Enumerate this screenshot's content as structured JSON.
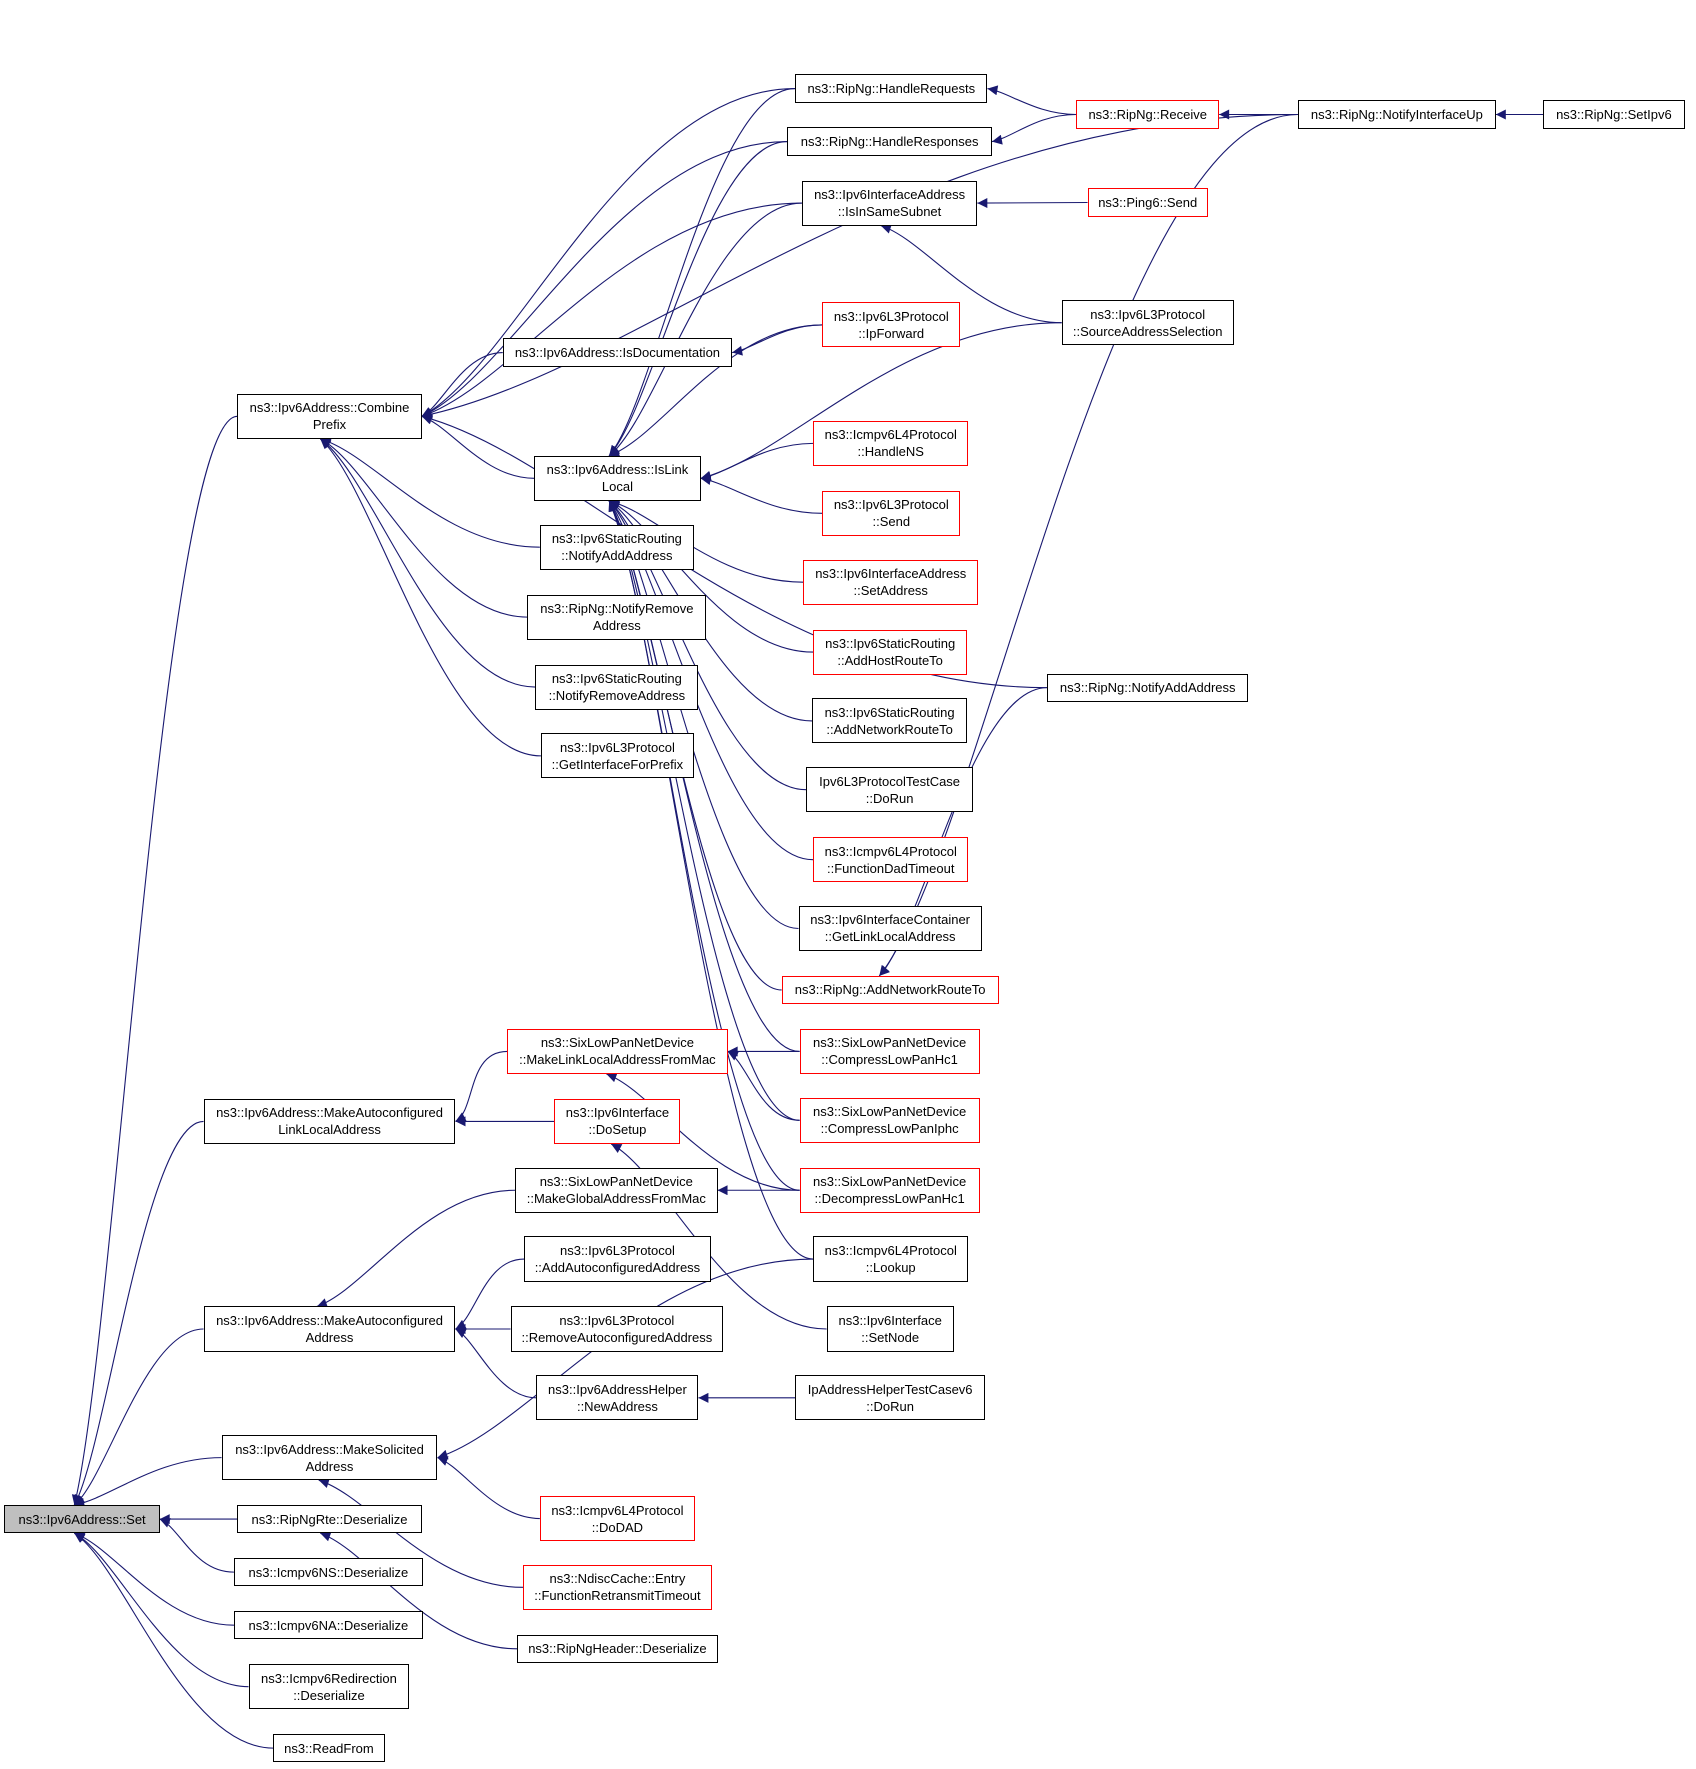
{
  "colors": {
    "edge": "#191970",
    "border_default": "#000000",
    "border_truncated": "#ff0000",
    "root_fill": "#bfbfbf"
  },
  "nodes": {
    "n_set": {
      "label": "ns3::Ipv6Address::Set",
      "style": "root"
    },
    "n_combine": {
      "label": "ns3::Ipv6Address::Combine\nPrefix",
      "style": "normal"
    },
    "n_mkautoll": {
      "label": "ns3::Ipv6Address::MakeAutoconfigured\nLinkLocalAddress",
      "style": "normal"
    },
    "n_mkauto": {
      "label": "ns3::Ipv6Address::MakeAutoconfigured\nAddress",
      "style": "normal"
    },
    "n_mksol": {
      "label": "ns3::Ipv6Address::MakeSolicited\nAddress",
      "style": "normal"
    },
    "n_ripngrte": {
      "label": "ns3::RipNgRte::Deserialize",
      "style": "normal"
    },
    "n_icmpns": {
      "label": "ns3::Icmpv6NS::Deserialize",
      "style": "normal"
    },
    "n_icmpna": {
      "label": "ns3::Icmpv6NA::Deserialize",
      "style": "normal"
    },
    "n_icmpredir": {
      "label": "ns3::Icmpv6Redirection\n::Deserialize",
      "style": "normal"
    },
    "n_readfrom": {
      "label": "ns3::ReadFrom",
      "style": "normal"
    },
    "n_isdoc": {
      "label": "ns3::Ipv6Address::IsDocumentation",
      "style": "normal"
    },
    "n_islink": {
      "label": "ns3::Ipv6Address::IsLink\nLocal",
      "style": "normal"
    },
    "n_sraddaddr": {
      "label": "ns3::Ipv6StaticRouting\n::NotifyAddAddress",
      "style": "normal"
    },
    "n_ripremove": {
      "label": "ns3::RipNg::NotifyRemove\nAddress",
      "style": "normal"
    },
    "n_srremove": {
      "label": "ns3::Ipv6StaticRouting\n::NotifyRemoveAddress",
      "style": "normal"
    },
    "n_l3getif": {
      "label": "ns3::Ipv6L3Protocol\n::GetInterfaceForPrefix",
      "style": "normal"
    },
    "n_sixmkll": {
      "label": "ns3::SixLowPanNetDevice\n::MakeLinkLocalAddressFromMac",
      "style": "truncated"
    },
    "n_ifdosetup": {
      "label": "ns3::Ipv6Interface\n::DoSetup",
      "style": "truncated"
    },
    "n_sixmkglob": {
      "label": "ns3::SixLowPanNetDevice\n::MakeGlobalAddressFromMac",
      "style": "normal"
    },
    "n_l3addauto": {
      "label": "ns3::Ipv6L3Protocol\n::AddAutoconfiguredAddress",
      "style": "normal"
    },
    "n_l3rmauto": {
      "label": "ns3::Ipv6L3Protocol\n::RemoveAutoconfiguredAddress",
      "style": "normal"
    },
    "n_addrhelp": {
      "label": "ns3::Ipv6AddressHelper\n::NewAddress",
      "style": "normal"
    },
    "n_icmpdad": {
      "label": "ns3::Icmpv6L4Protocol\n::DoDAD",
      "style": "truncated"
    },
    "n_ndisc": {
      "label": "ns3::NdiscCache::Entry\n::FunctionRetransmitTimeout",
      "style": "truncated"
    },
    "n_ripnghdr": {
      "label": "ns3::RipNgHeader::Deserialize",
      "style": "normal"
    },
    "n_handlereq": {
      "label": "ns3::RipNg::HandleRequests",
      "style": "normal"
    },
    "n_handleres": {
      "label": "ns3::RipNg::HandleResponses",
      "style": "normal"
    },
    "n_iasame": {
      "label": "ns3::Ipv6InterfaceAddress\n::IsInSameSubnet",
      "style": "normal"
    },
    "n_l3ipfwd": {
      "label": "ns3::Ipv6L3Protocol\n::IpForward",
      "style": "truncated"
    },
    "n_icmphns": {
      "label": "ns3::Icmpv6L4Protocol\n::HandleNS",
      "style": "truncated"
    },
    "n_l3send": {
      "label": "ns3::Ipv6L3Protocol\n::Send",
      "style": "truncated"
    },
    "n_iasetaddr": {
      "label": "ns3::Ipv6InterfaceAddress\n::SetAddress",
      "style": "truncated"
    },
    "n_srhost": {
      "label": "ns3::Ipv6StaticRouting\n::AddHostRouteTo",
      "style": "truncated"
    },
    "n_srnet": {
      "label": "ns3::Ipv6StaticRouting\n::AddNetworkRouteTo",
      "style": "normal"
    },
    "n_l3test": {
      "label": "Ipv6L3ProtocolTestCase\n::DoRun",
      "style": "normal"
    },
    "n_icmpfdad": {
      "label": "ns3::Icmpv6L4Protocol\n::FunctionDadTimeout",
      "style": "truncated"
    },
    "n_ifcont": {
      "label": "ns3::Ipv6InterfaceContainer\n::GetLinkLocalAddress",
      "style": "normal"
    },
    "n_ripnet": {
      "label": "ns3::RipNg::AddNetworkRouteTo",
      "style": "truncated"
    },
    "n_sixhc1": {
      "label": "ns3::SixLowPanNetDevice\n::CompressLowPanHc1",
      "style": "truncated"
    },
    "n_sixiphc": {
      "label": "ns3::SixLowPanNetDevice\n::CompressLowPanIphc",
      "style": "truncated"
    },
    "n_sixdechc1": {
      "label": "ns3::SixLowPanNetDevice\n::DecompressLowPanHc1",
      "style": "truncated"
    },
    "n_icmplookup": {
      "label": "ns3::Icmpv6L4Protocol\n::Lookup",
      "style": "normal"
    },
    "n_ifsetnode": {
      "label": "ns3::Ipv6Interface\n::SetNode",
      "style": "normal"
    },
    "n_iphelper": {
      "label": "IpAddressHelperTestCasev6\n::DoRun",
      "style": "normal"
    },
    "n_ripreceive": {
      "label": "ns3::RipNg::Receive",
      "style": "truncated"
    },
    "n_ping6": {
      "label": "ns3::Ping6::Send",
      "style": "truncated"
    },
    "n_l3srcsel": {
      "label": "ns3::Ipv6L3Protocol\n::SourceAddressSelection",
      "style": "normal"
    },
    "n_ripaddaddr": {
      "label": "ns3::RipNg::NotifyAddAddress",
      "style": "normal"
    },
    "n_ripifup": {
      "label": "ns3::RipNg::NotifyInterfaceUp",
      "style": "normal"
    },
    "n_ripsetipv6": {
      "label": "ns3::RipNg::SetIpv6",
      "style": "normal"
    }
  },
  "edges": [
    [
      "n_combine",
      "n_set"
    ],
    [
      "n_mkautoll",
      "n_set"
    ],
    [
      "n_mkauto",
      "n_set"
    ],
    [
      "n_mksol",
      "n_set"
    ],
    [
      "n_ripngrte",
      "n_set"
    ],
    [
      "n_icmpns",
      "n_set"
    ],
    [
      "n_icmpna",
      "n_set"
    ],
    [
      "n_icmpredir",
      "n_set"
    ],
    [
      "n_readfrom",
      "n_set"
    ],
    [
      "n_isdoc",
      "n_combine"
    ],
    [
      "n_islink",
      "n_combine"
    ],
    [
      "n_sraddaddr",
      "n_combine"
    ],
    [
      "n_ripremove",
      "n_combine"
    ],
    [
      "n_srremove",
      "n_combine"
    ],
    [
      "n_l3getif",
      "n_combine"
    ],
    [
      "n_handlereq",
      "n_combine"
    ],
    [
      "n_handleres",
      "n_combine"
    ],
    [
      "n_iasame",
      "n_combine"
    ],
    [
      "n_ripaddaddr",
      "n_combine"
    ],
    [
      "n_ripifup",
      "n_combine"
    ],
    [
      "n_l3ipfwd",
      "n_isdoc"
    ],
    [
      "n_handlereq",
      "n_islink"
    ],
    [
      "n_handleres",
      "n_islink"
    ],
    [
      "n_iasame",
      "n_islink"
    ],
    [
      "n_l3ipfwd",
      "n_islink"
    ],
    [
      "n_l3srcsel",
      "n_islink"
    ],
    [
      "n_icmphns",
      "n_islink"
    ],
    [
      "n_l3send",
      "n_islink"
    ],
    [
      "n_iasetaddr",
      "n_islink"
    ],
    [
      "n_srhost",
      "n_islink"
    ],
    [
      "n_srnet",
      "n_islink"
    ],
    [
      "n_l3test",
      "n_islink"
    ],
    [
      "n_icmpfdad",
      "n_islink"
    ],
    [
      "n_ifcont",
      "n_islink"
    ],
    [
      "n_ripnet",
      "n_islink"
    ],
    [
      "n_sixhc1",
      "n_islink"
    ],
    [
      "n_sixiphc",
      "n_islink"
    ],
    [
      "n_sixdechc1",
      "n_islink"
    ],
    [
      "n_icmplookup",
      "n_islink"
    ],
    [
      "n_sixmkll",
      "n_mkautoll"
    ],
    [
      "n_ifdosetup",
      "n_mkautoll"
    ],
    [
      "n_sixhc1",
      "n_sixmkll"
    ],
    [
      "n_sixiphc",
      "n_sixmkll"
    ],
    [
      "n_sixdechc1",
      "n_sixmkll"
    ],
    [
      "n_ifsetnode",
      "n_ifdosetup"
    ],
    [
      "n_sixmkglob",
      "n_mkauto"
    ],
    [
      "n_l3addauto",
      "n_mkauto"
    ],
    [
      "n_l3rmauto",
      "n_mkauto"
    ],
    [
      "n_addrhelp",
      "n_mkauto"
    ],
    [
      "n_sixdechc1",
      "n_sixmkglob"
    ],
    [
      "n_iphelper",
      "n_addrhelp"
    ],
    [
      "n_icmplookup",
      "n_mksol"
    ],
    [
      "n_icmpdad",
      "n_mksol"
    ],
    [
      "n_ndisc",
      "n_mksol"
    ],
    [
      "n_ripnghdr",
      "n_ripngrte"
    ],
    [
      "n_ripreceive",
      "n_handlereq"
    ],
    [
      "n_ripreceive",
      "n_handleres"
    ],
    [
      "n_ping6",
      "n_iasame"
    ],
    [
      "n_l3srcsel",
      "n_iasame"
    ],
    [
      "n_ripaddaddr",
      "n_ripnet"
    ],
    [
      "n_ripifup",
      "n_ripnet"
    ],
    [
      "n_ripifup",
      "n_ripreceive"
    ],
    [
      "n_ripsetipv6",
      "n_ripifup"
    ]
  ]
}
